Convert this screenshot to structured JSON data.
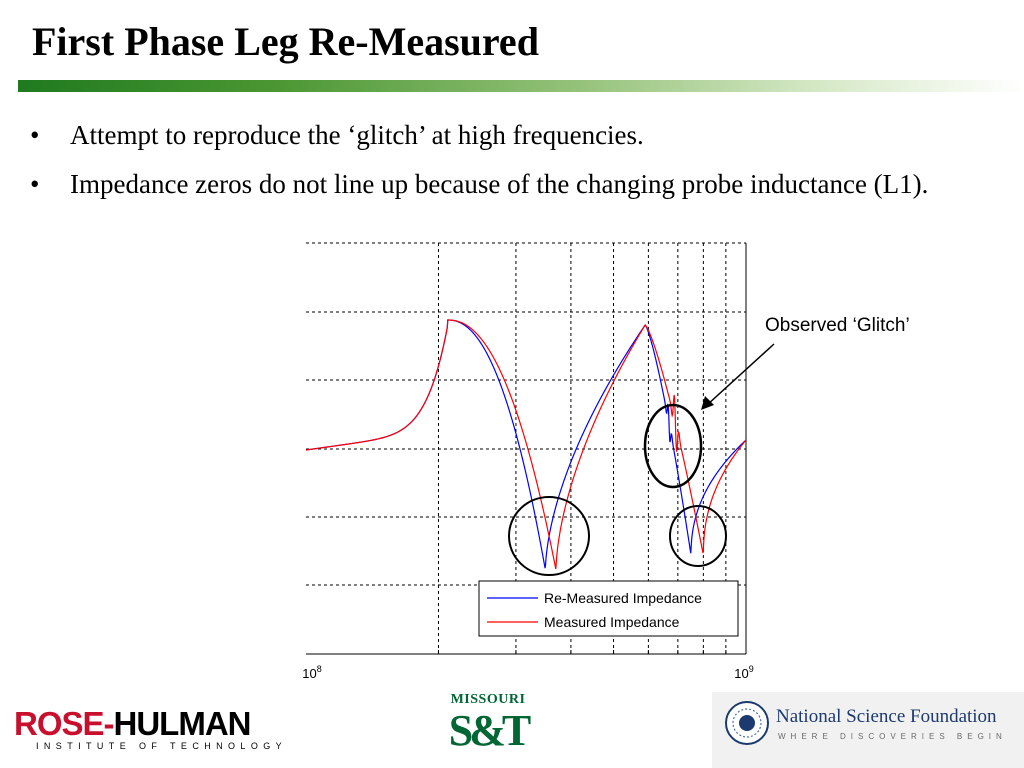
{
  "slide": {
    "title": "First Phase Leg Re-Measured",
    "bullets": [
      "Attempt to reproduce the ‘glitch’ at high frequencies.",
      "Impedance zeros do not line up because of the changing probe inductance (L1)."
    ]
  },
  "annotation": {
    "text": "Observed ‘Glitch’"
  },
  "logos": {
    "rose_hulman": {
      "name_a": "ROSE-",
      "name_b": "HULMAN",
      "sub": "INSTITUTE OF TECHNOLOGY"
    },
    "missouri_st": {
      "top": "MISSOURI",
      "mark": "S&T"
    },
    "nsf": {
      "name": "National Science Foundation",
      "tagline": "WHERE DISCOVERIES BEGIN"
    }
  },
  "chart_data": {
    "type": "line",
    "x_scale": "log",
    "xlim": [
      100000000.0,
      1000000000.0
    ],
    "x_tick_labels": [
      "10^8",
      "10^9"
    ],
    "y_scale": "log",
    "y_ticks_labeled": false,
    "grid": true,
    "legend": {
      "position": "bottom-right",
      "entries": [
        "Re-Measured Impedance",
        "Measured Impedance"
      ]
    },
    "colors": {
      "Re-Measured Impedance": "#0000ff",
      "Measured Impedance": "#ff0000"
    },
    "series": [
      {
        "name": "Re-Measured Impedance",
        "peaks_hz": [
          210000000.0,
          590000000.0
        ],
        "zeros_hz": [
          350000000.0,
          750000000.0
        ]
      },
      {
        "name": "Measured Impedance",
        "peaks_hz": [
          210000000.0,
          590000000.0
        ],
        "zeros_hz": [
          370000000.0,
          800000000.0
        ]
      }
    ]
  }
}
